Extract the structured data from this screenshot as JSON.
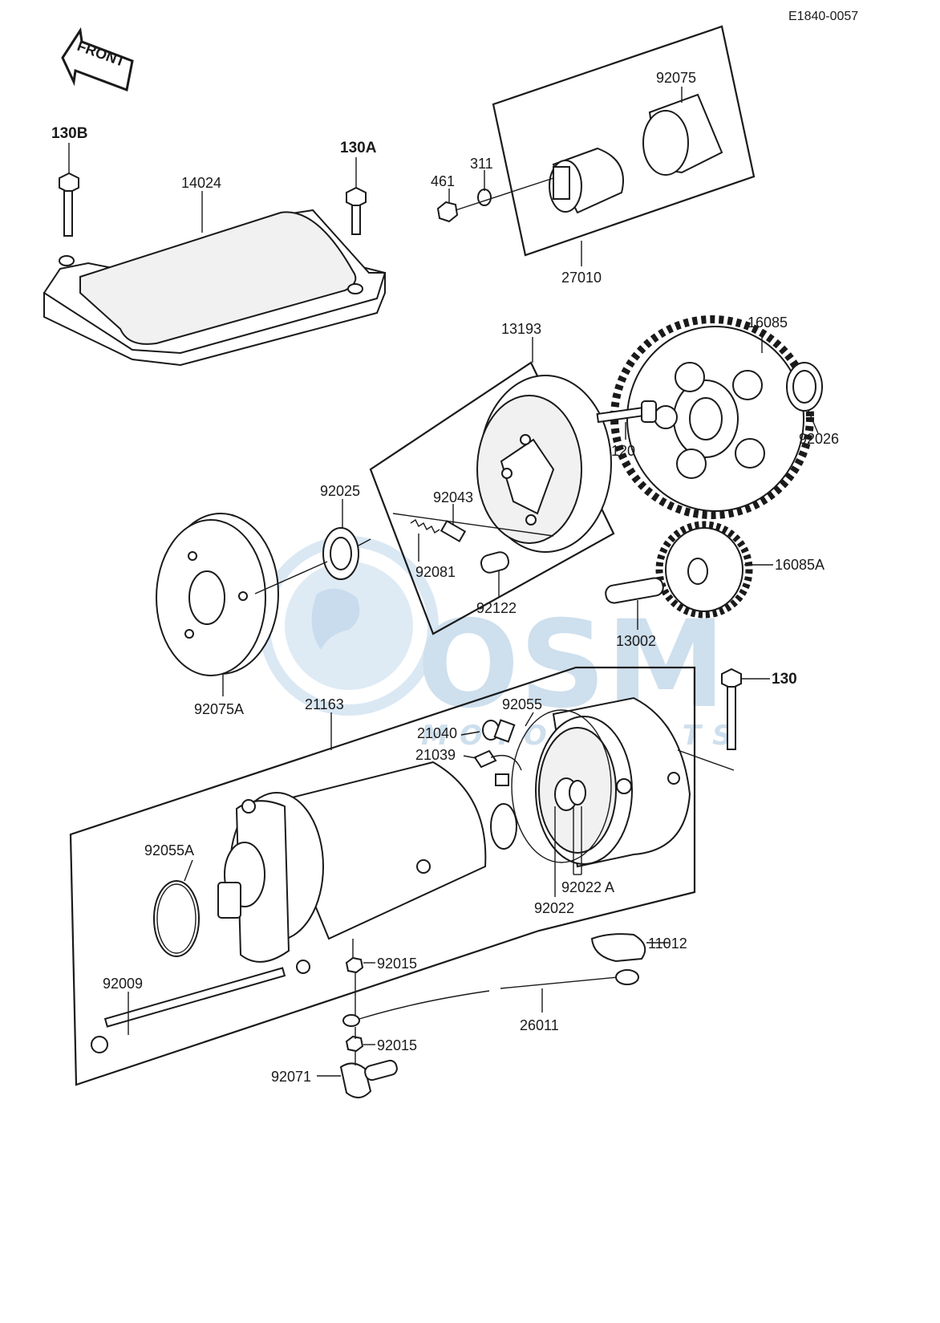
{
  "diagram": {
    "reference_code": "E1840-0057",
    "front_label": "FRONT",
    "watermark": {
      "logo_text": "OSM",
      "sub_text": "MOTORPARTS"
    },
    "part_labels": {
      "p130B": "130B",
      "p14024": "14024",
      "p130A": "130A",
      "p461": "461",
      "p311": "311",
      "p92075": "92075",
      "p27010": "27010",
      "p13193": "13193",
      "p16085": "16085",
      "p120": "120",
      "p92026": "92026",
      "p92025": "92025",
      "p92043": "92043",
      "p92081": "92081",
      "p92122": "92122",
      "p16085A": "16085A",
      "p13002": "13002",
      "p92075A": "92075A",
      "p21163": "21163",
      "p92055": "92055",
      "p130": "130",
      "p21040": "21040",
      "p21039": "21039",
      "p92055A": "92055A",
      "p92022A": "92022 A",
      "p92022": "92022",
      "p11012": "11012",
      "p92015a": "92015",
      "p92009": "92009",
      "p26011": "26011",
      "p92015b": "92015",
      "p92071": "92071"
    },
    "colors": {
      "ink": "#1a1a1a",
      "paper": "#ffffff",
      "watermark": "#c9dcec"
    }
  }
}
